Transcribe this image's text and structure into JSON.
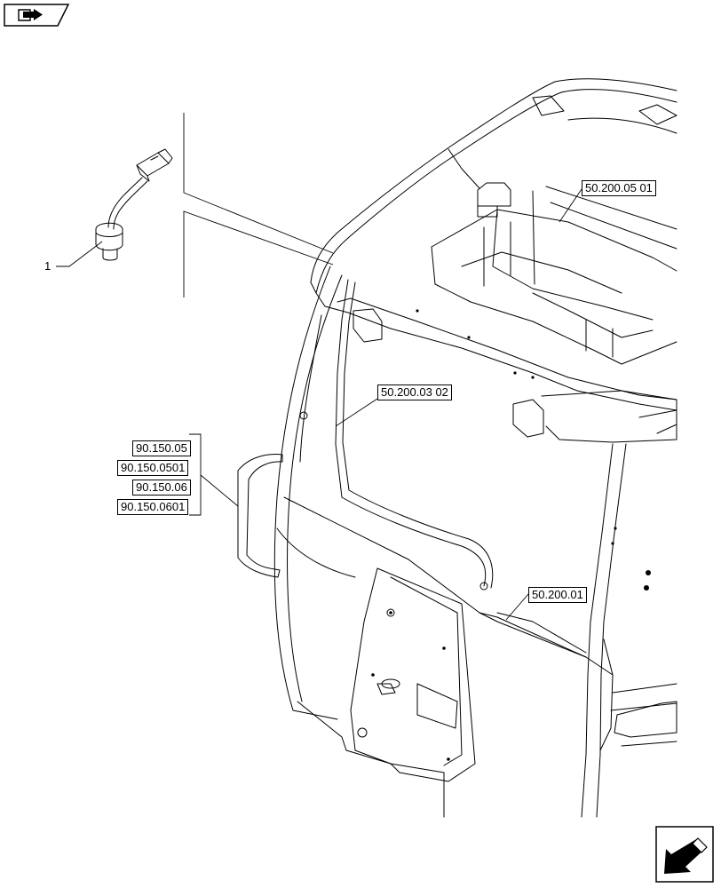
{
  "navigation": {
    "top_tab_icon": "book-arrow-icon",
    "bottom_corner_icon": "arrow-down-left-icon"
  },
  "callouts": {
    "item_1": "1"
  },
  "references": {
    "ref_50_200_05_01": "50.200.05 01",
    "ref_50_200_03_02": "50.200.03 02",
    "ref_50_200_01": "50.200.01",
    "ref_90_150_05": "90.150.05",
    "ref_90_150_0501": "90.150.0501",
    "ref_90_150_06": "90.150.06",
    "ref_90_150_0601": "90.150.0601"
  }
}
